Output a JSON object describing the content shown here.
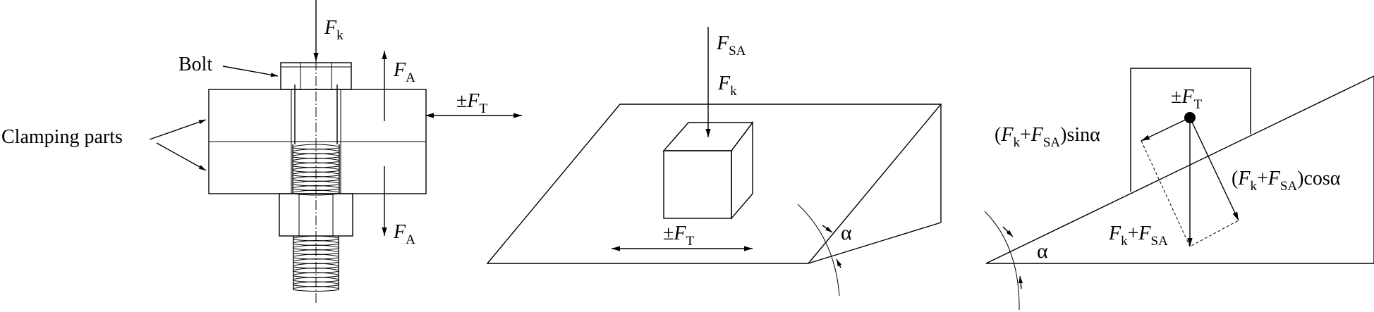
{
  "labels": {
    "bolt": "Bolt",
    "clamping_parts": "Clamping parts",
    "alpha": "α",
    "pm": "±",
    "F": "F",
    "k": "k",
    "A": "A",
    "T": "T",
    "SA": "SA",
    "plus": "+",
    "open_paren": "(",
    "close_paren": ")",
    "sin": "sinα",
    "cos": "cosα"
  }
}
